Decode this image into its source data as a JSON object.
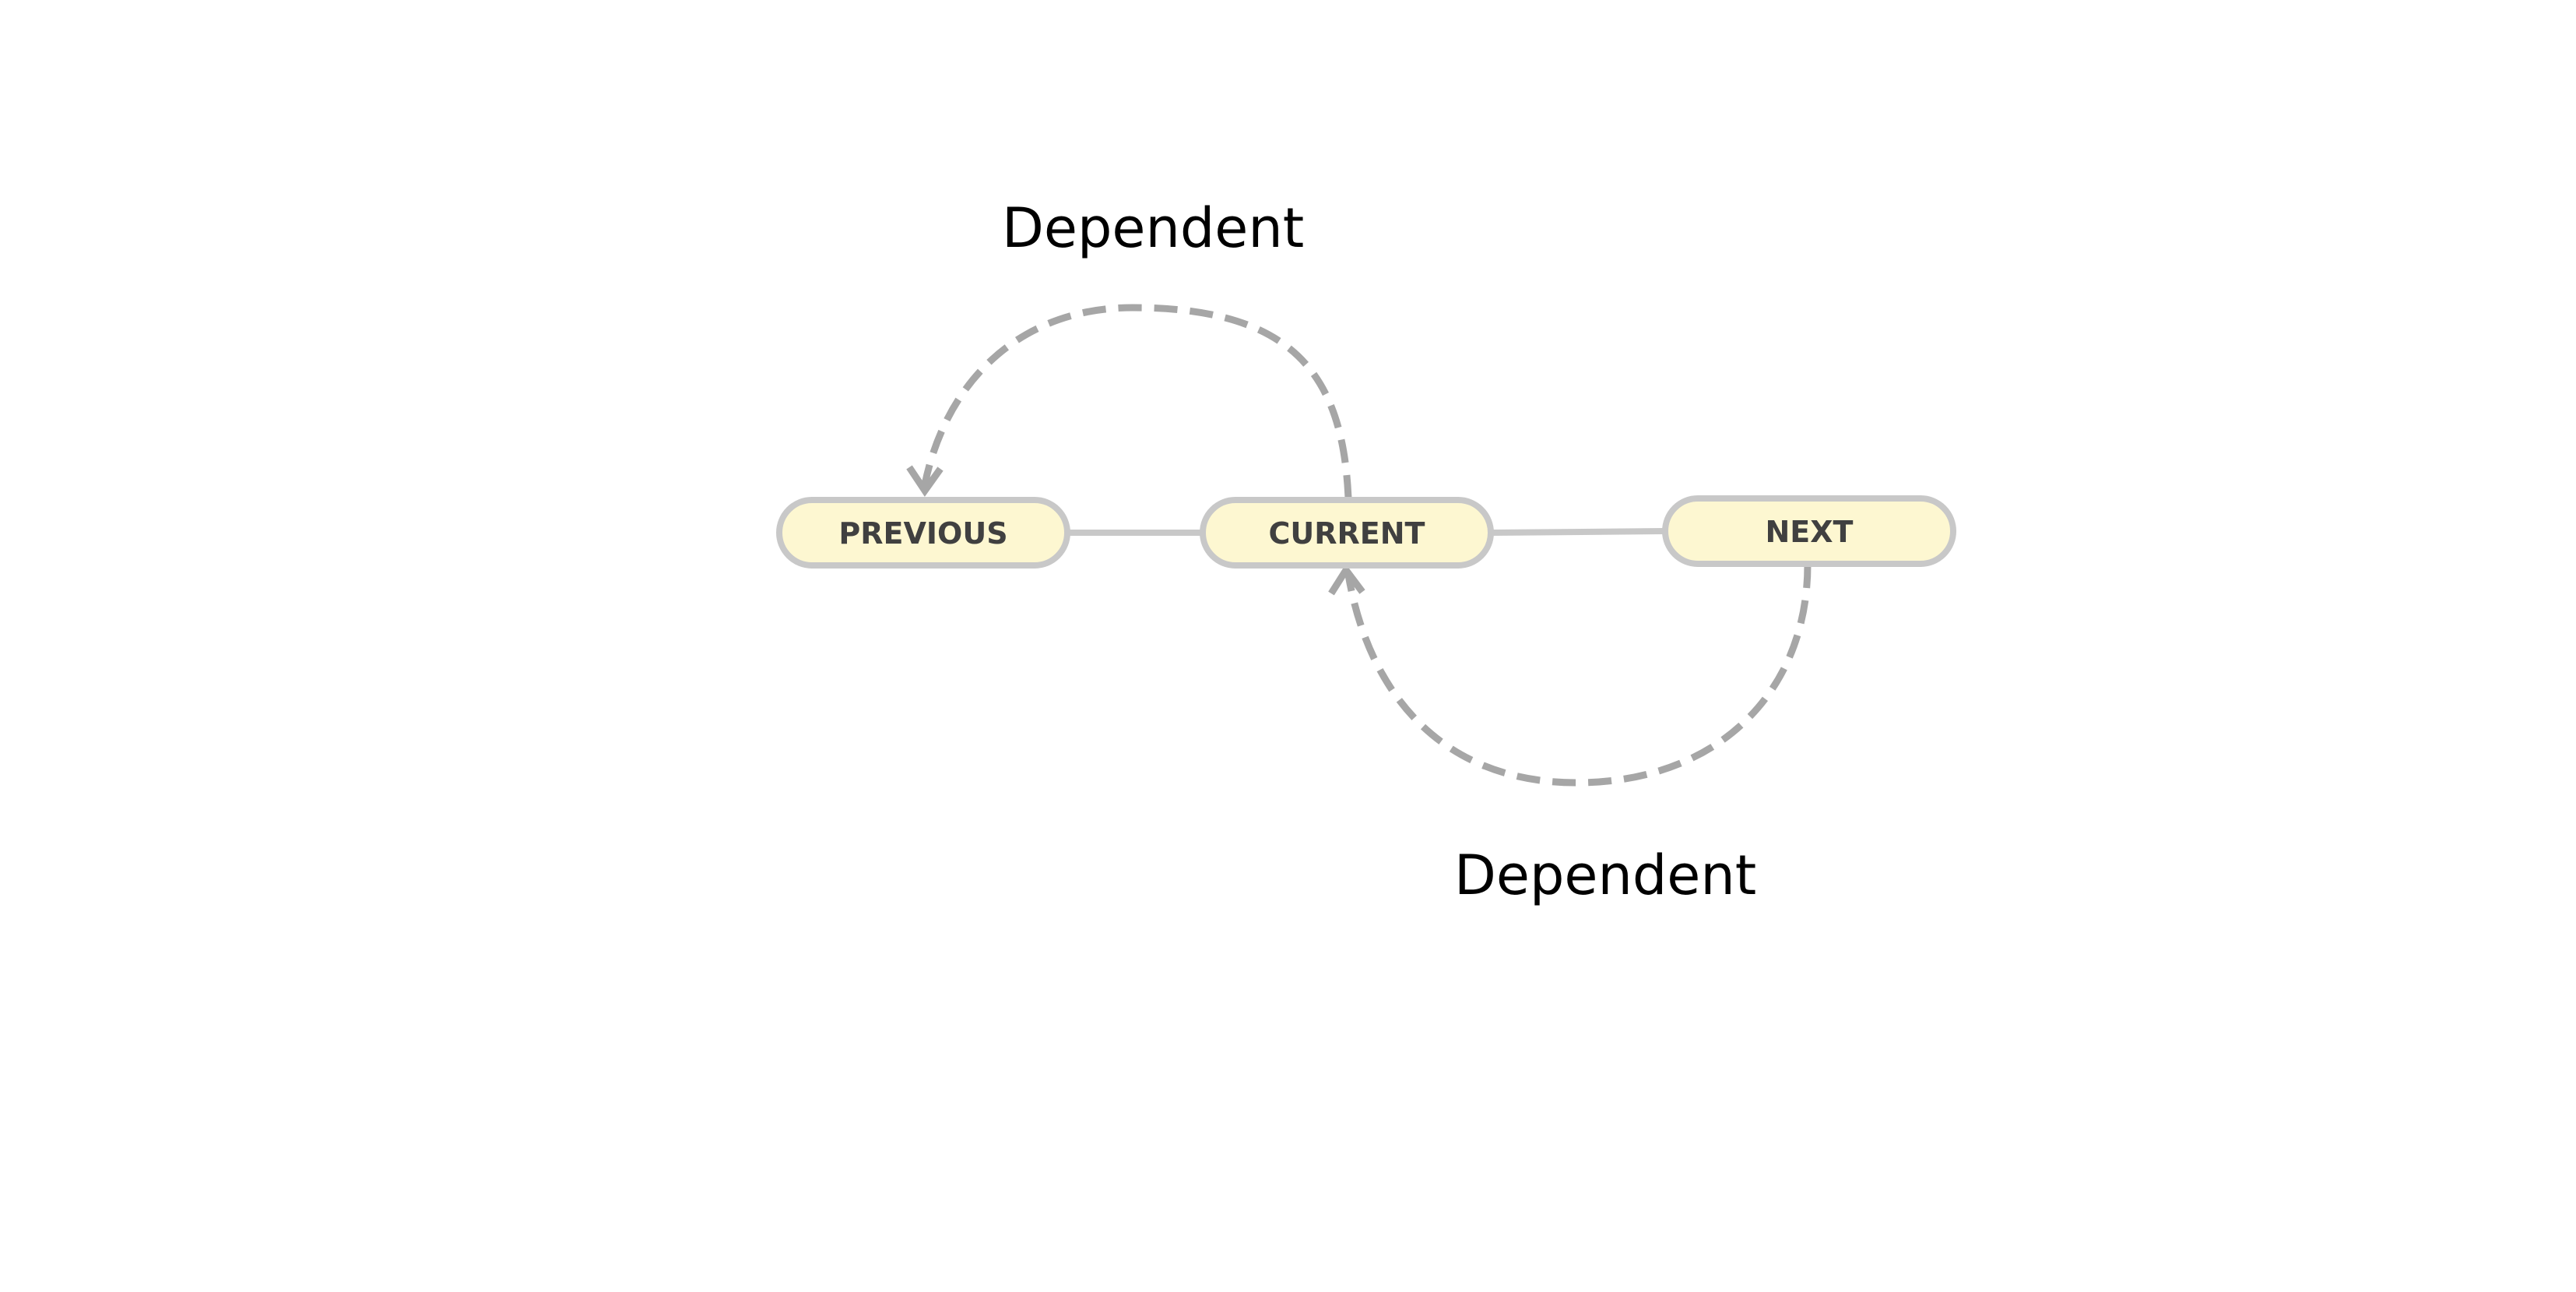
{
  "diagram": {
    "nodes": {
      "previous": {
        "label": "PREVIOUS"
      },
      "current": {
        "label": "CURRENT"
      },
      "next": {
        "label": "NEXT"
      }
    },
    "edges": {
      "current_to_previous": {
        "label": "Dependent"
      },
      "next_to_current": {
        "label": "Dependent"
      }
    }
  },
  "colors": {
    "node_fill": "#fdf7d1",
    "node_border": "#c8c8c8",
    "connector": "#c8c8c8",
    "dashed_arrow": "#a6a6a6",
    "label_text": "#404040",
    "edge_text": "#000000"
  }
}
